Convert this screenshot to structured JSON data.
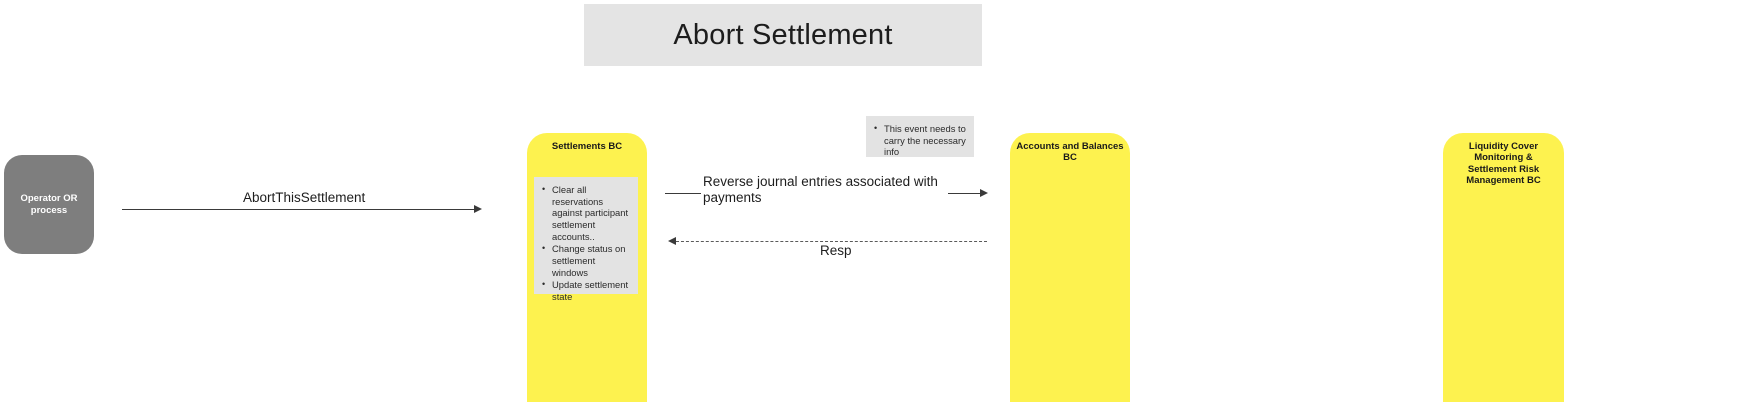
{
  "diagram": {
    "title": "Abort Settlement",
    "type": "sequence-diagram"
  },
  "actors": [
    {
      "id": "operator",
      "label": "Operator OR process",
      "style": "gray-rounded-box"
    }
  ],
  "lanes": [
    {
      "id": "settlements",
      "label": "Settlements BC",
      "color": "#fdf24f"
    },
    {
      "id": "accounts",
      "label": "Accounts and Balances BC",
      "color": "#fdf24f"
    },
    {
      "id": "liquidity",
      "label": "Liquidity Cover Monitoring & Settlement Risk Management BC",
      "color": "#fdf24f"
    }
  ],
  "activities": {
    "settlements_steps": [
      "Clear all reservations against  participant settlement accounts..",
      "Change status on settlement windows",
      "Update settlement state"
    ]
  },
  "notes": [
    {
      "id": "event-info",
      "text": "This event needs to carry the necessary info"
    }
  ],
  "messages": [
    {
      "id": "msg1",
      "label": "AbortThisSettlement",
      "from": "operator",
      "to": "settlements",
      "style": "solid",
      "direction": "right"
    },
    {
      "id": "msg2",
      "label": "Reverse journal entries associated with payments",
      "from": "settlements",
      "to": "accounts",
      "style": "solid",
      "direction": "right"
    },
    {
      "id": "msg3",
      "label": "Resp",
      "from": "accounts",
      "to": "settlements",
      "style": "dashed",
      "direction": "left"
    }
  ],
  "colors": {
    "banner_background": "#e4e4e4",
    "lane_yellow": "#fdf24f",
    "actor_gray": "#7e7e7e",
    "note_gray": "#e3e3e3"
  }
}
